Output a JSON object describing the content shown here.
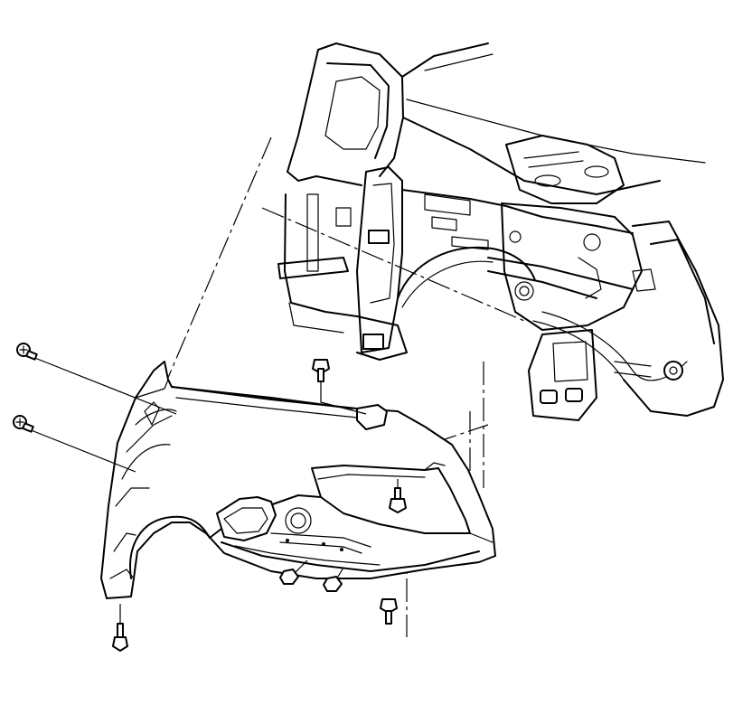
{
  "diagram": {
    "kind": "exploded-view line drawing",
    "parts": [
      "body-structure",
      "fender-panel",
      "fastener-bolts",
      "fastener-nuts"
    ],
    "ink_color": "#000000",
    "background_color": "#ffffff"
  }
}
